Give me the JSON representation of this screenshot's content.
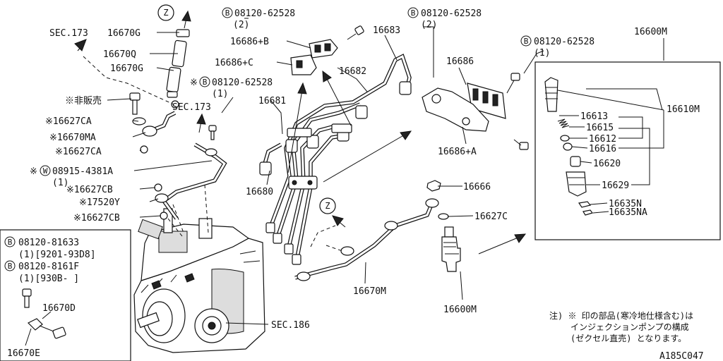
{
  "diagram_code": "A185C047",
  "circle_mark_b": "B",
  "circle_mark_w": "W",
  "circle_mark_z": "Z",
  "asterisk_mark": "※",
  "labels": {
    "sec173_left": "SEC.173",
    "sec173_mid": "SEC.173",
    "sec186": "SEC.186",
    "p16670G_top": "16670G",
    "p16670Q": "16670Q",
    "p16670G_bottom": "16670G",
    "not_for_sale": "※非販売",
    "p16627CA_1": "※16627CA",
    "p16670MA": "※16670MA",
    "p16627CA_2": "※16627CA",
    "p08915": "08915-4381A",
    "p08915_qty": "(1)",
    "p16627CB_1": "※16627CB",
    "p17520Y": "※17520Y",
    "p16627CB_2": "※16627CB",
    "bolt_top_num": "08120-62528",
    "bolt_top_qty": "(2)",
    "p16686B": "16686+B",
    "p16686C": "16686+C",
    "bolt_mid_num": "08120-62528",
    "bolt_mid_qty": "(1)",
    "p16681": "16681",
    "p16680": "16680",
    "p16683": "16683",
    "p16682": "16682",
    "bolt_right_num": "08120-62528",
    "bolt_right_qty": "(2)",
    "p16686": "16686",
    "p16686A": "16686+A",
    "p16666": "16666",
    "p16627C": "16627C",
    "p16670M": "16670M",
    "p16600M_low": "16600M",
    "bolt_far_num": "08120-62528",
    "bolt_far_qty": "(1)",
    "p16600M_top": "16600M",
    "p16610M": "16610M",
    "p16613": "16613",
    "p16615": "16615",
    "p16612": "16612",
    "p16616": "16616",
    "p16620": "16620",
    "p16629": "16629",
    "p16635N": "16635N",
    "p16635NA": "16635NA",
    "inset_bolt1_num": "08120-81633",
    "inset_bolt1_range": "(1)[9201-93D8]",
    "inset_bolt2_num": "08120-8161F",
    "inset_bolt2_range": "(1)[930B-    ]",
    "p16670D": "16670D",
    "p16670E": "16670E",
    "note_line1": "注) ※ 印の部品(寒冷地仕様含む)は",
    "note_line2": "インジェクションポンプの構成",
    "note_line3": "(ゼクセル直売) となります。"
  }
}
